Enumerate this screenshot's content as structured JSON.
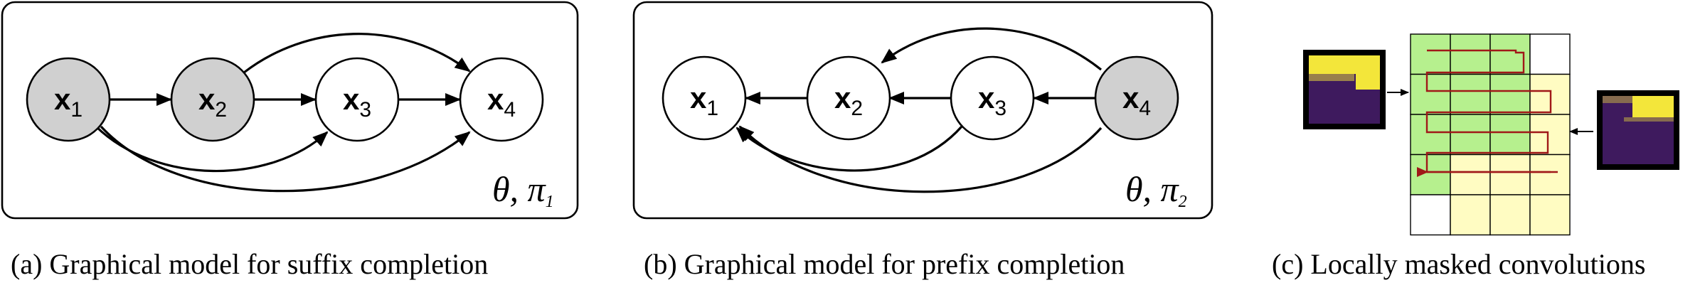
{
  "panels": {
    "a": {
      "caption": "(a) Graphical model for suffix completion",
      "theta_text": "θ, π",
      "theta_sub": "1",
      "nodes": [
        {
          "id": "x1",
          "label": "x",
          "sub": "1",
          "observed": true
        },
        {
          "id": "x2",
          "label": "x",
          "sub": "2",
          "observed": true
        },
        {
          "id": "x3",
          "label": "x",
          "sub": "3",
          "observed": false
        },
        {
          "id": "x4",
          "label": "x",
          "sub": "4",
          "observed": false
        }
      ]
    },
    "b": {
      "caption": "(b) Graphical model for prefix completion",
      "theta_text": "θ, π",
      "theta_sub": "2",
      "nodes": [
        {
          "id": "x1",
          "label": "x",
          "sub": "1",
          "observed": false
        },
        {
          "id": "x2",
          "label": "x",
          "sub": "2",
          "observed": false
        },
        {
          "id": "x3",
          "label": "x",
          "sub": "3",
          "observed": false
        },
        {
          "id": "x4",
          "label": "x",
          "sub": "4",
          "observed": true
        }
      ]
    },
    "c": {
      "caption": "(c) Locally masked convolutions"
    }
  },
  "colors": {
    "observed_node": "#d0d0d0",
    "green_cell": "#b6f08e",
    "yellow_cell": "#fffcc2",
    "kernel_purple": "#3e1a5e",
    "kernel_yellow": "#f3e63a",
    "path_red": "#a01818"
  }
}
